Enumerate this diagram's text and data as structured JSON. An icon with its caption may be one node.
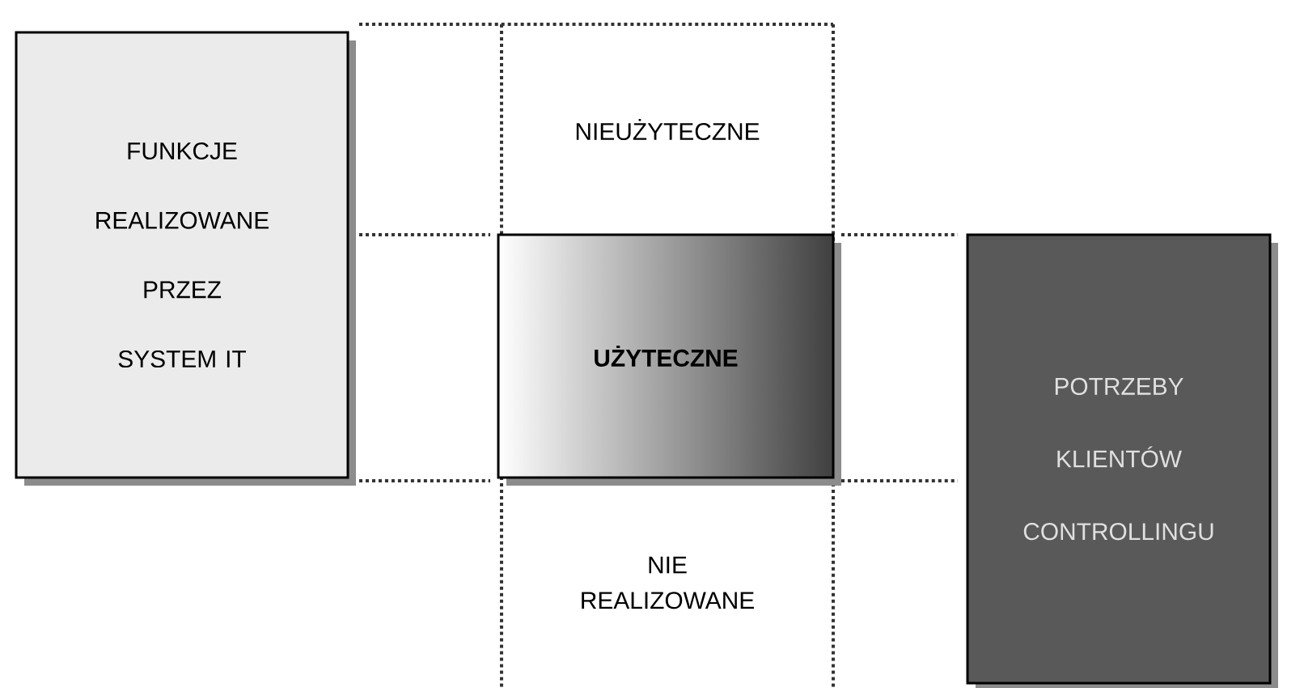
{
  "diagram": {
    "nodes": [
      {
        "text": [
          "FUNKCJE REALIZOWANE PRZEZ SYSTEM IT"
        ]
      },
      {
        "text": [
          "NIEUŻYTECZNE"
        ]
      },
      {
        "text": [
          "UŻYTECZNE"
        ]
      },
      {
        "text": [
          "NIE REALIZOWANE"
        ]
      },
      {
        "text": [
          "POTRZEBY KLIENTÓW CONTROLLINGU"
        ]
      }
    ]
  }
}
